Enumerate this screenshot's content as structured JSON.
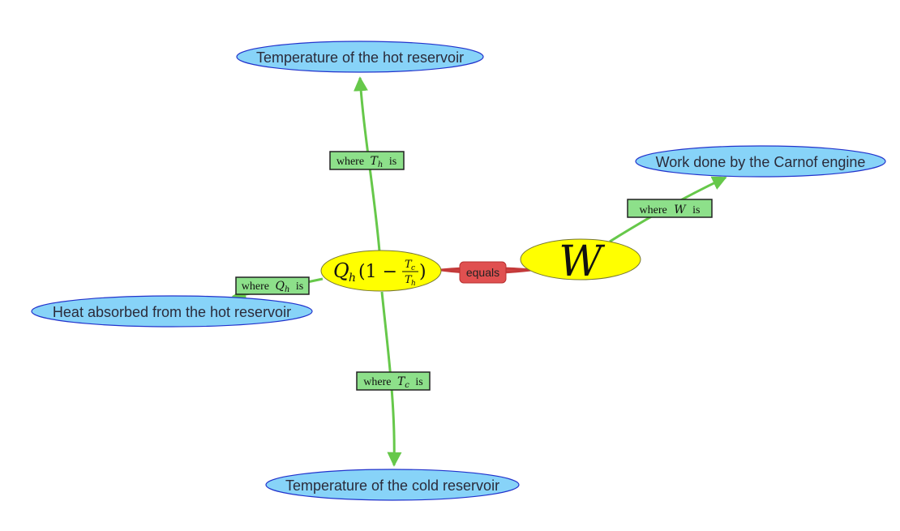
{
  "colors": {
    "edge_green": "#66c84a",
    "label_green_fill": "#8de08a",
    "equals_red": "#e05050",
    "blue_node_fill": "#87d3f8",
    "blue_node_stroke": "#2233cc",
    "yellow_node_fill": "#ffff00"
  },
  "nodes": {
    "hot_reservoir": "Temperature of the hot reservoir",
    "work_done": "Work done by the Carnof engine",
    "heat_absorbed": "Heat absorbed from the hot reservoir",
    "cold_reservoir": "Temperature of the cold reservoir",
    "center_formula": {
      "Q": "Q",
      "Q_sub": "h",
      "open": "(1 −",
      "num": "T",
      "num_sub": "c",
      "den": "T",
      "den_sub": "h",
      "close": ")"
    },
    "W": "W"
  },
  "edges": {
    "equals": "equals",
    "where_Th": {
      "pre": "where",
      "var": "T",
      "sub": "h",
      "post": "is"
    },
    "where_W": {
      "pre": "where",
      "var": "W",
      "post": "is"
    },
    "where_Qh": {
      "pre": "where",
      "var": "Q",
      "sub": "h",
      "post": "is"
    },
    "where_Tc": {
      "pre": "where",
      "var": "T",
      "sub": "c",
      "post": "is"
    }
  }
}
